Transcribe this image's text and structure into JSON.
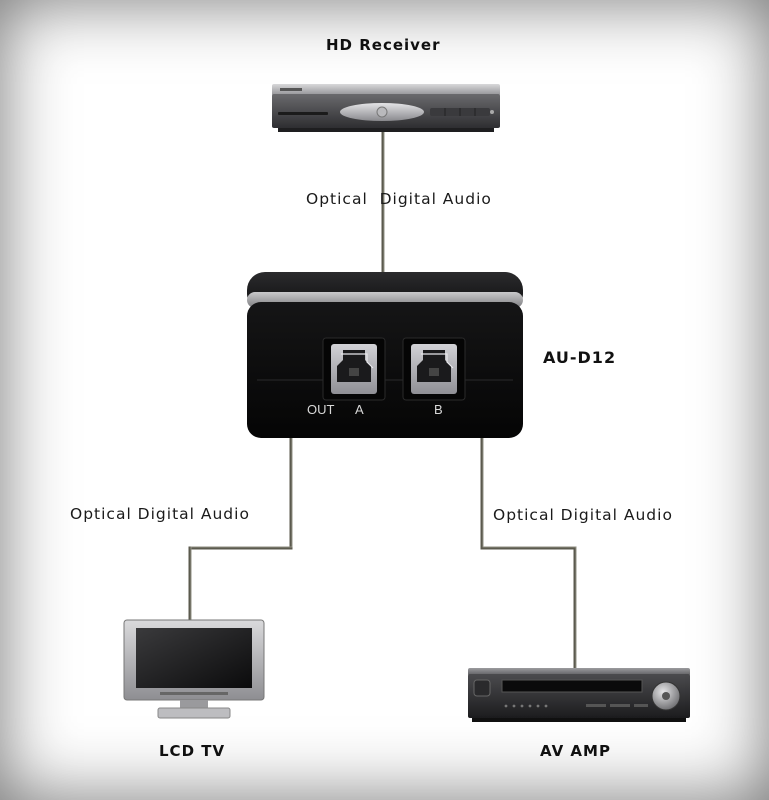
{
  "devices": {
    "receiver": {
      "label": "HD Receiver"
    },
    "splitter": {
      "label": "AU-D12",
      "ports": {
        "out": "OUT",
        "a": "A",
        "b": "B"
      }
    },
    "tv": {
      "label": "LCD TV"
    },
    "amp": {
      "label": "AV AMP"
    }
  },
  "cables": {
    "top": "Optical  Digital Audio",
    "left": "Optical Digital Audio",
    "right": "Optical Digital Audio"
  },
  "colors": {
    "wire": "#5b5a4e",
    "device_dark": "#111111",
    "device_silver": "#a9a9ab"
  }
}
